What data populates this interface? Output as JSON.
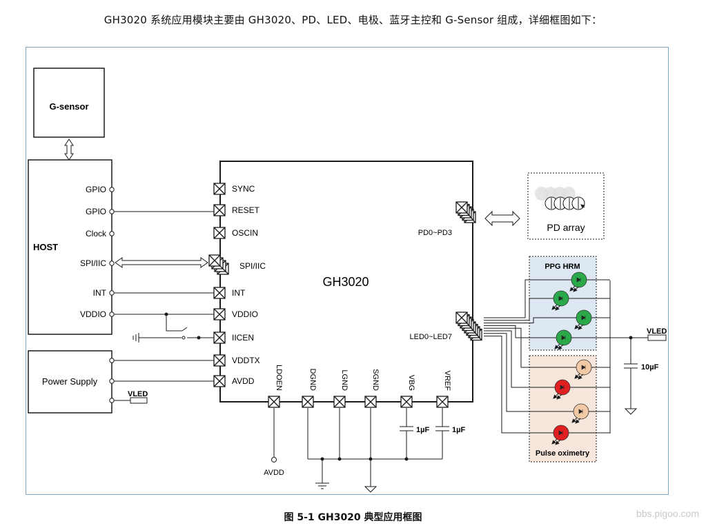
{
  "intro_text": "GH3020 系统应用模块主要由 GH3020、PD、LED、电极、蓝牙主控和 G-Sensor 组成，详细框图如下：",
  "caption": "图  5-1 GH3020 典型应用框图",
  "watermark": "bbs.pigoo.com",
  "blocks": {
    "gsensor": "G-sensor",
    "host": "HOST",
    "power": "Power Supply",
    "chip": "GH3020",
    "pd_array": "PD array",
    "ppg": "PPG HRM",
    "pulse": "Pulse oximetry"
  },
  "host_pins": [
    "GPIO",
    "GPIO",
    "Clock",
    "SPI/IIC",
    "INT",
    "VDDIO"
  ],
  "chip_left_pins": [
    "SYNC",
    "RESET",
    "OSCIN",
    "SPI/IIC",
    "INT",
    "VDDIO",
    "IICEN",
    "VDDTX",
    "AVDD"
  ],
  "chip_bottom_pins": [
    "LDOEN",
    "DGND",
    "LGND",
    "SGND",
    "VBG",
    "VREF"
  ],
  "chip_right_pins": [
    "PD0~PD3",
    "LED0~LED7"
  ],
  "labels": {
    "vled_power": "VLED",
    "vled_right": "VLED",
    "cap_right": "10µF",
    "cap_vbg": "1µF",
    "cap_vref": "1µF",
    "avdd_bottom": "AVDD"
  },
  "colors": {
    "frame": "#7fa6c3",
    "line": "#1a1a1a",
    "ppg_bg": "#dde8f2",
    "pulse_bg": "#f7e6dc",
    "led_green": "#2aa84a",
    "led_red": "#e02020",
    "led_peach": "#f1c9a4",
    "pd_gray": "#cfcfcf"
  }
}
